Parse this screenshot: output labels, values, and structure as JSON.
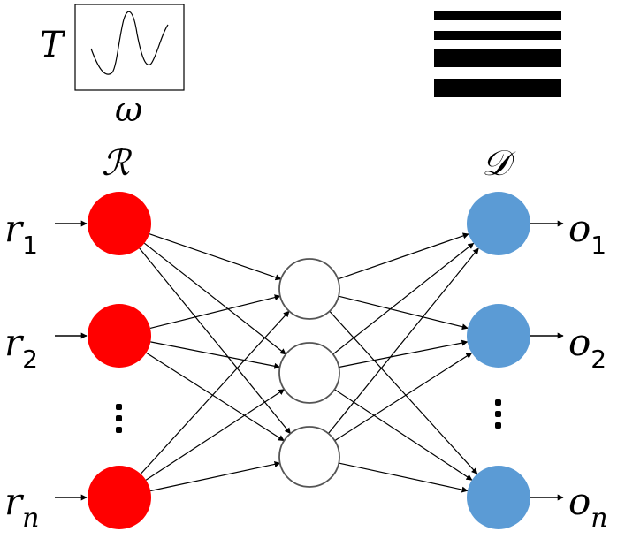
{
  "inset_plot": {
    "y_label": "T",
    "x_label": "ω"
  },
  "labels": {
    "input_layer": "ℛ",
    "output_layer": "𝒟"
  },
  "inputs": [
    {
      "base": "r",
      "sub": "1"
    },
    {
      "base": "r",
      "sub": "2"
    },
    {
      "base": "r",
      "sub": "n"
    }
  ],
  "outputs": [
    {
      "base": "o",
      "sub": "1"
    },
    {
      "base": "o",
      "sub": "2"
    },
    {
      "base": "o",
      "sub": "n"
    }
  ],
  "colors": {
    "input_node": "#ff0000",
    "output_node": "#5b9bd5",
    "hidden_node_fill": "#ffffff",
    "hidden_node_stroke": "#555555",
    "edge": "#000000",
    "barcode": "#000000"
  }
}
